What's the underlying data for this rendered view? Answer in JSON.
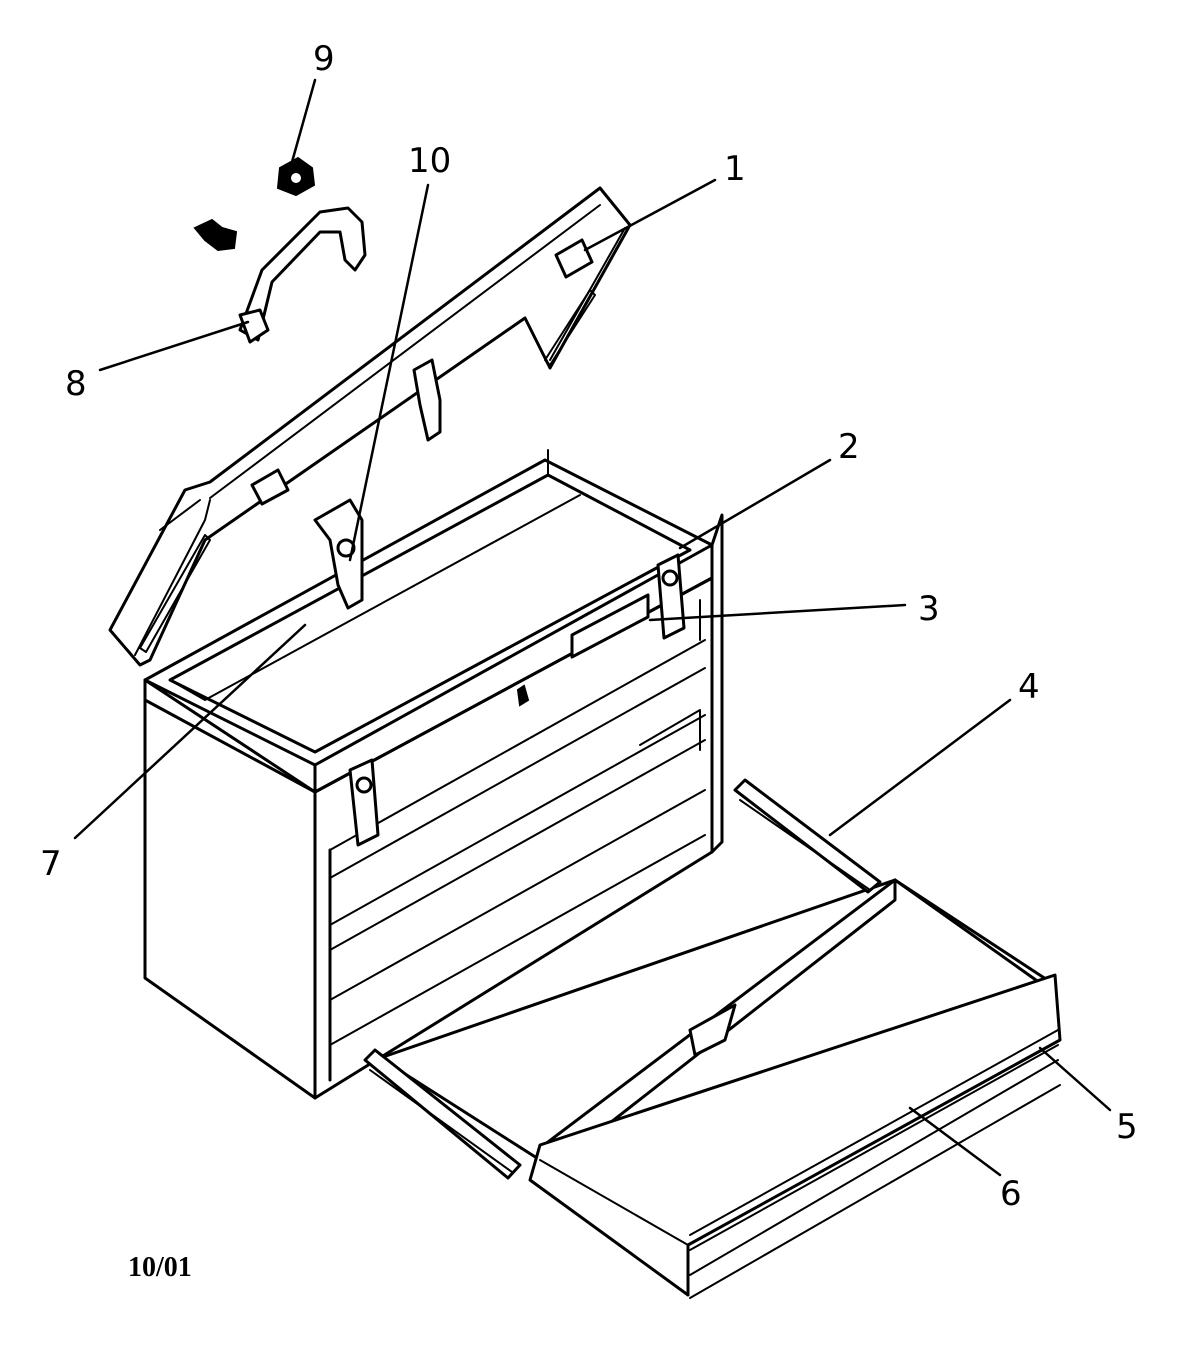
{
  "callouts": [
    {
      "id": "1",
      "label": "1"
    },
    {
      "id": "2",
      "label": "2"
    },
    {
      "id": "3",
      "label": "3"
    },
    {
      "id": "4",
      "label": "4"
    },
    {
      "id": "5",
      "label": "5"
    },
    {
      "id": "6",
      "label": "6"
    },
    {
      "id": "7",
      "label": "7"
    },
    {
      "id": "8",
      "label": "8"
    },
    {
      "id": "9",
      "label": "9"
    },
    {
      "id": "10",
      "label": "10"
    }
  ],
  "date_code": "10/01"
}
